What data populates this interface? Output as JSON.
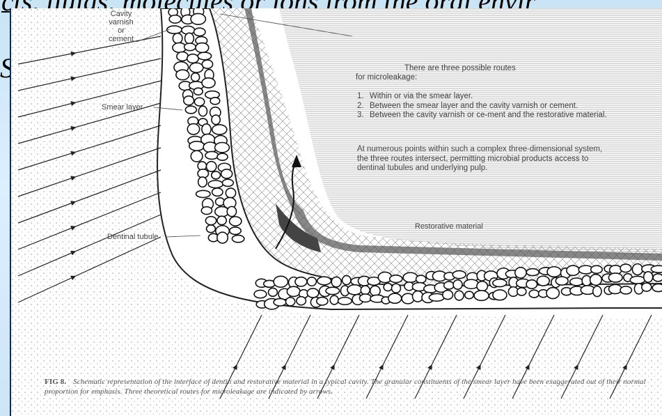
{
  "slide_text": {
    "line1": "cts, fluids, molecules or ions from the oral envir",
    "line2": "S"
  },
  "figure": {
    "labels": {
      "cavity_varnish": [
        "Cavity",
        "varnish",
        "or",
        "cement"
      ],
      "smear_layer": "Smear layer",
      "dentinal_tubule": "Dentinal tubule",
      "restorative_material": "Restorative material"
    },
    "intro": [
      "There are three possible routes",
      "for microleakage:"
    ],
    "routes": [
      {
        "num": "1.",
        "text": "Within or via the smear layer."
      },
      {
        "num": "2.",
        "text": "Between the smear layer and the cavity varnish or cement."
      },
      {
        "num": "3.",
        "text": "Between the cavity varnish or ce-ment and the restorative material."
      }
    ],
    "paragraph": "At numerous points within such a complex three-dimensional system, the three routes intersect, permitting microbial products access to dentinal tubules and underlying pulp.",
    "caption_fig": "FIG 8.",
    "caption": "Schematic representation of the interface of dentin and restorative material in a typical cavity. The granular constituents of the smear layer have been exaggerated out of their normal proportion for emphasis. Three theoretical routes for microleakage are indicated by arrows."
  }
}
